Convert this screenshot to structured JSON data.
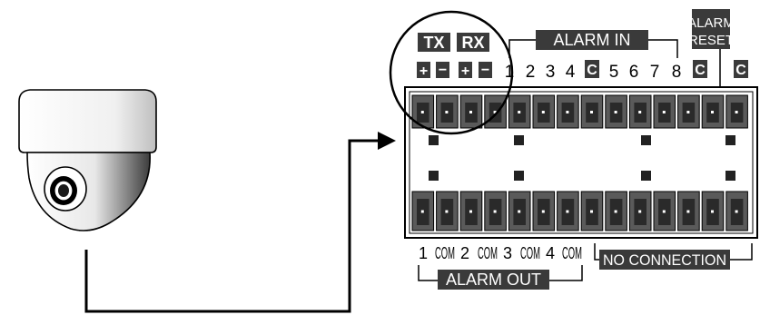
{
  "tx_rx": {
    "tx_label": "TX",
    "rx_label": "RX",
    "tx_plus": "+",
    "tx_minus": "−",
    "rx_plus": "+",
    "rx_minus": "−"
  },
  "alarm_in": {
    "title": "ALARM IN",
    "numbers": [
      "1",
      "2",
      "3",
      "4"
    ],
    "common_mid": "C",
    "numbers2": [
      "5",
      "6",
      "7",
      "8"
    ],
    "common_end": "C"
  },
  "alarm_reset": {
    "line1": "ALARM",
    "line2": "RESET",
    "common": "C"
  },
  "alarm_out": {
    "labels": [
      "1",
      "COM",
      "2",
      "COM",
      "3",
      "COM",
      "4",
      "COM"
    ],
    "title": "ALARM OUT"
  },
  "no_connection": {
    "title": "NO CONNECTION"
  },
  "colors": {
    "terminal_fill": "#5a5a5a",
    "badge_fill": "#3a3a3a",
    "line": "#000000",
    "background": "#ffffff"
  }
}
